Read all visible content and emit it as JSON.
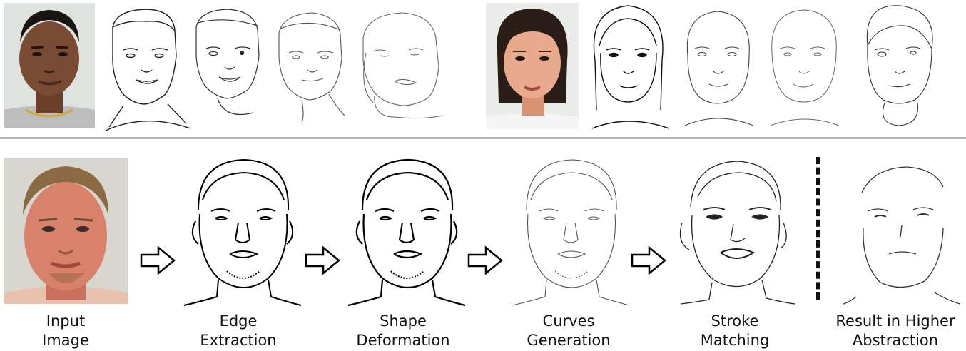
{
  "pipeline": {
    "steps": [
      {
        "line1": "Input",
        "line2": "Image"
      },
      {
        "line1": "Edge",
        "line2": "Extraction"
      },
      {
        "line1": "Shape",
        "line2": "Deformation"
      },
      {
        "line1": "Curves",
        "line2": "Generation"
      },
      {
        "line1": "Stroke",
        "line2": "Matching"
      },
      {
        "line1": "Result in Higher",
        "line2": "Abstraction"
      }
    ]
  },
  "icons": {
    "arrow": "right-arrow-icon",
    "separator": "dashed-separator"
  },
  "colors": {
    "skin_a": "#7a4b33",
    "skin_b": "#e8a98c",
    "skin_c": "#d9826b",
    "photo_bg": "#e9ece8",
    "divider": "#b5b5b5",
    "line": "#111111"
  }
}
